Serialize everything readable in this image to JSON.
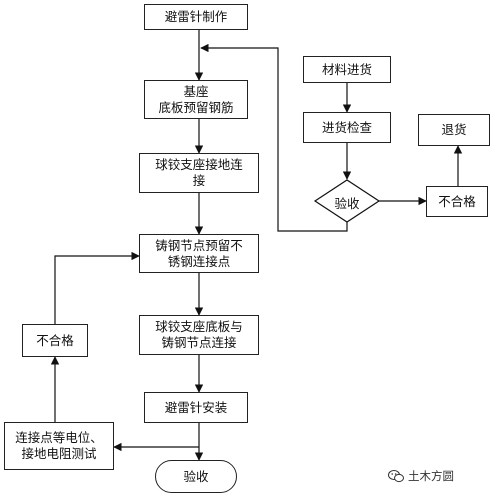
{
  "nodes": {
    "n1": "避雷针制作",
    "n2": "基座\n底板预留钢筋",
    "n3": "球铰支座接地连\n接",
    "n4": "铸钢节点预留不\n锈钢连接点",
    "n5": "球铰支座底板与\n铸钢节点连接",
    "n6": "避雷针安装",
    "n7": "验收",
    "test": "连接点等电位、\n接地电阻测试",
    "fail_left": "不合格",
    "material": "材料进货",
    "check": "进货检查",
    "decision": "验收",
    "fail_right": "不合格",
    "return": "退货"
  },
  "watermark": {
    "text": "土木方圆",
    "icon": "wechat-icon"
  }
}
